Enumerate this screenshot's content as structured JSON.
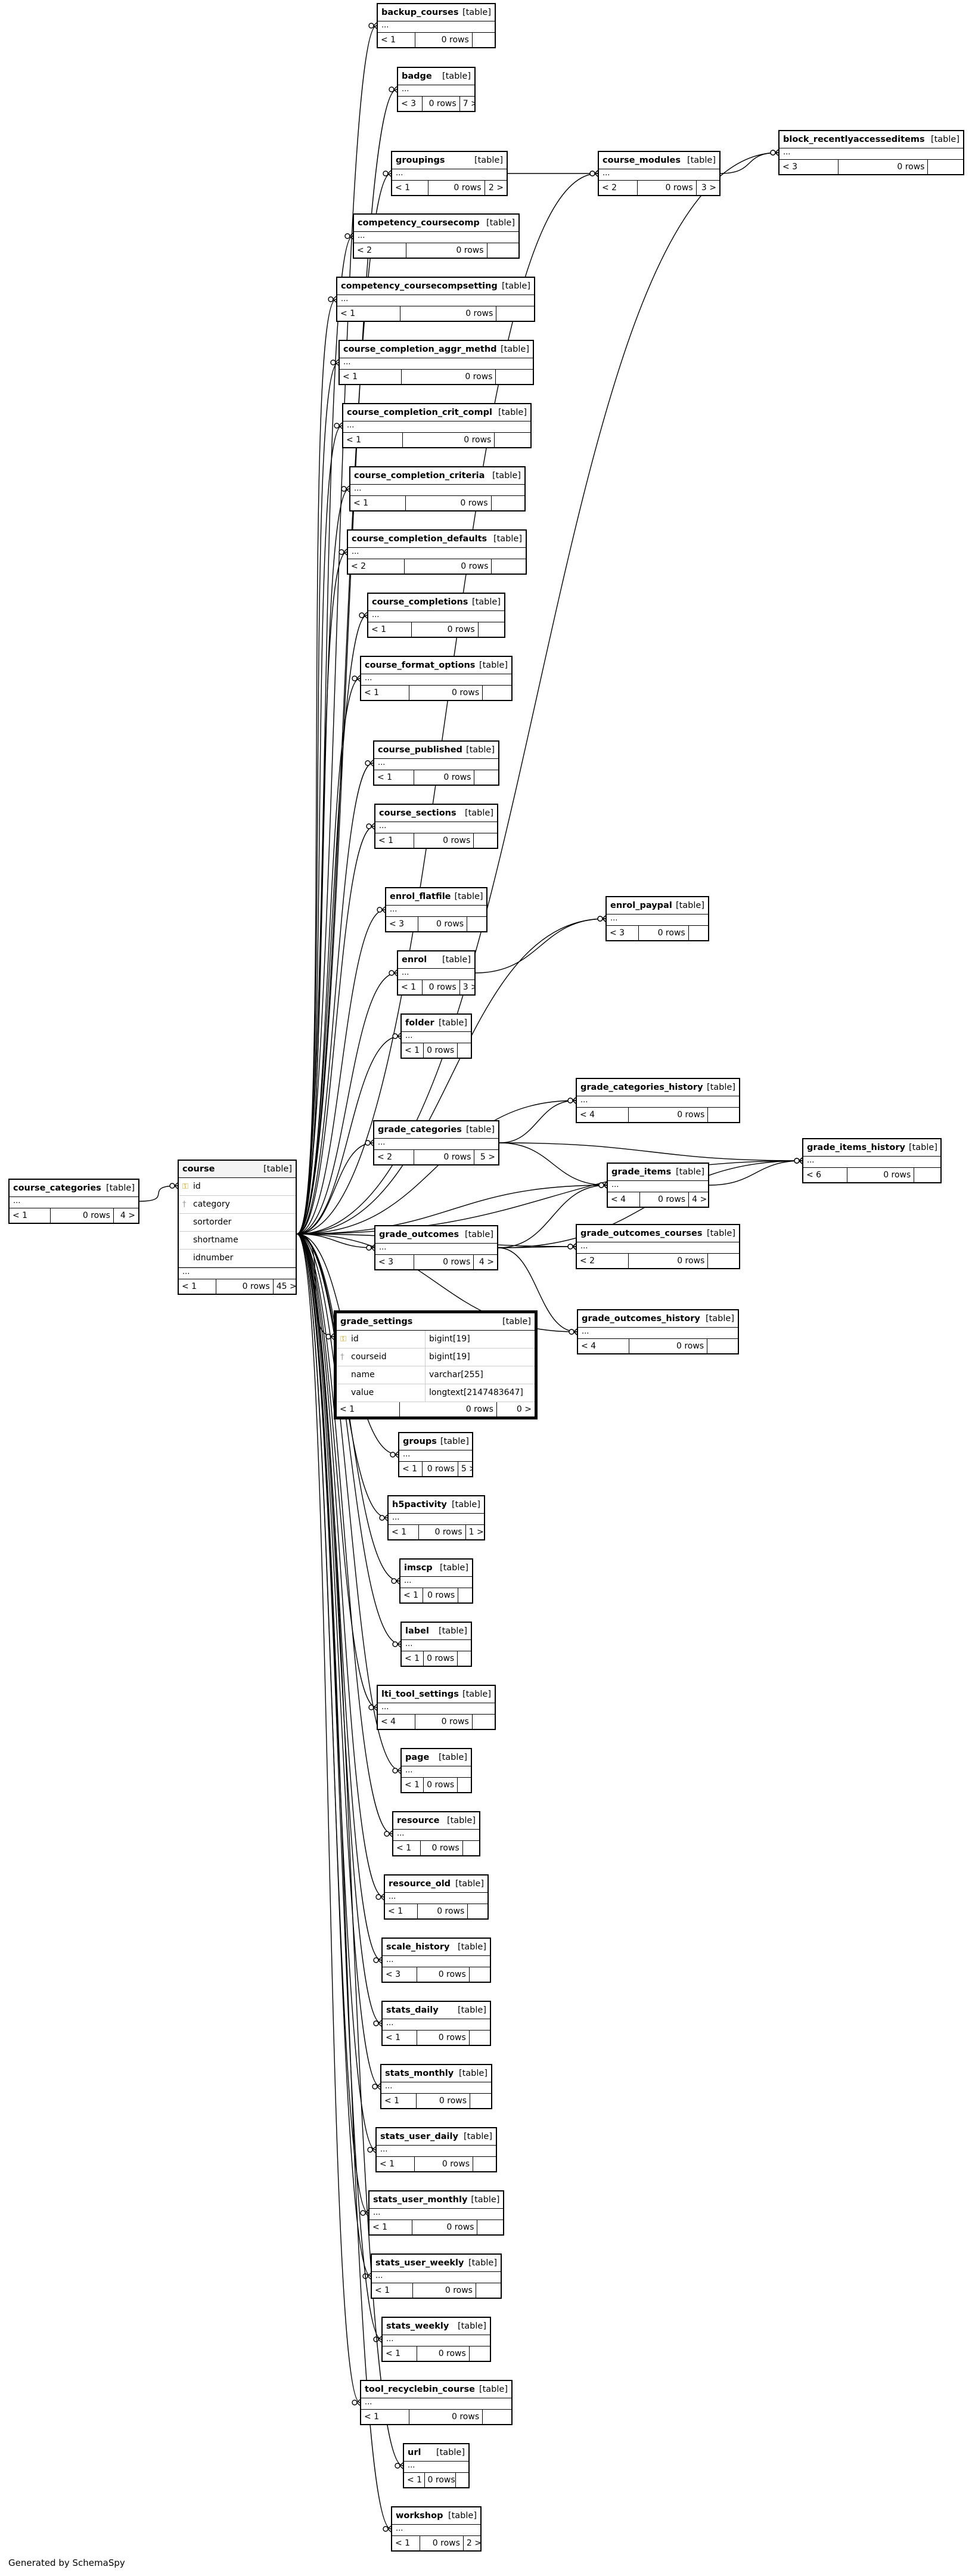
{
  "footer_text": "Generated by SchemaSpy",
  "tables": [
    {
      "id": "course_categories",
      "name": "course_categories",
      "type": "[table]",
      "footer": [
        "< 1",
        "0 rows",
        "4 >"
      ]
    },
    {
      "id": "course",
      "name": "course",
      "type": "[table]",
      "columns": [
        {
          "name": "id",
          "key": "pk"
        },
        {
          "name": "category",
          "key": "fk"
        },
        {
          "name": "sortorder"
        },
        {
          "name": "shortname"
        },
        {
          "name": "idnumber"
        }
      ],
      "footer": [
        "< 1",
        "0 rows",
        "45 >"
      ]
    },
    {
      "id": "backup_courses",
      "name": "backup_courses",
      "type": "[table]",
      "footer": [
        "< 1",
        "0 rows",
        ""
      ]
    },
    {
      "id": "badge",
      "name": "badge",
      "type": "[table]",
      "footer": [
        "< 3",
        "0 rows",
        "7 >"
      ]
    },
    {
      "id": "groupings",
      "name": "groupings",
      "type": "[table]",
      "footer": [
        "< 1",
        "0 rows",
        "2 >"
      ]
    },
    {
      "id": "course_modules",
      "name": "course_modules",
      "type": "[table]",
      "footer": [
        "< 2",
        "0 rows",
        "3 >"
      ]
    },
    {
      "id": "block_recentlyaccesseditems",
      "name": "block_recentlyaccesseditems",
      "type": "[table]",
      "footer": [
        "< 3",
        "0 rows",
        ""
      ]
    },
    {
      "id": "competency_coursecomp",
      "name": "competency_coursecomp",
      "type": "[table]",
      "footer": [
        "< 2",
        "0 rows",
        ""
      ]
    },
    {
      "id": "competency_coursecompsetting",
      "name": "competency_coursecompsetting",
      "type": "[table]",
      "footer": [
        "< 1",
        "0 rows",
        ""
      ]
    },
    {
      "id": "course_completion_aggr_methd",
      "name": "course_completion_aggr_methd",
      "type": "[table]",
      "footer": [
        "< 1",
        "0 rows",
        ""
      ]
    },
    {
      "id": "course_completion_crit_compl",
      "name": "course_completion_crit_compl",
      "type": "[table]",
      "footer": [
        "< 1",
        "0 rows",
        ""
      ]
    },
    {
      "id": "course_completion_criteria",
      "name": "course_completion_criteria",
      "type": "[table]",
      "footer": [
        "< 1",
        "0 rows",
        ""
      ]
    },
    {
      "id": "course_completion_defaults",
      "name": "course_completion_defaults",
      "type": "[table]",
      "footer": [
        "< 2",
        "0 rows",
        ""
      ]
    },
    {
      "id": "course_completions",
      "name": "course_completions",
      "type": "[table]",
      "footer": [
        "< 1",
        "0 rows",
        ""
      ]
    },
    {
      "id": "course_format_options",
      "name": "course_format_options",
      "type": "[table]",
      "footer": [
        "< 1",
        "0 rows",
        ""
      ]
    },
    {
      "id": "course_published",
      "name": "course_published",
      "type": "[table]",
      "footer": [
        "< 1",
        "0 rows",
        ""
      ]
    },
    {
      "id": "course_sections",
      "name": "course_sections",
      "type": "[table]",
      "footer": [
        "< 1",
        "0 rows",
        ""
      ]
    },
    {
      "id": "enrol_flatfile",
      "name": "enrol_flatfile",
      "type": "[table]",
      "footer": [
        "< 3",
        "0 rows",
        ""
      ]
    },
    {
      "id": "enrol_paypal",
      "name": "enrol_paypal",
      "type": "[table]",
      "footer": [
        "< 3",
        "0 rows",
        ""
      ]
    },
    {
      "id": "enrol",
      "name": "enrol",
      "type": "[table]",
      "footer": [
        "< 1",
        "0 rows",
        "3 >"
      ]
    },
    {
      "id": "folder",
      "name": "folder",
      "type": "[table]",
      "footer": [
        "< 1",
        "0 rows",
        ""
      ]
    },
    {
      "id": "grade_categories_history",
      "name": "grade_categories_history",
      "type": "[table]",
      "footer": [
        "< 4",
        "0 rows",
        ""
      ]
    },
    {
      "id": "grade_categories",
      "name": "grade_categories",
      "type": "[table]",
      "footer": [
        "< 2",
        "0 rows",
        "5 >"
      ]
    },
    {
      "id": "grade_items",
      "name": "grade_items",
      "type": "[table]",
      "footer": [
        "< 4",
        "0 rows",
        "4 >"
      ]
    },
    {
      "id": "grade_items_history",
      "name": "grade_items_history",
      "type": "[table]",
      "footer": [
        "< 6",
        "0 rows",
        ""
      ]
    },
    {
      "id": "grade_outcomes",
      "name": "grade_outcomes",
      "type": "[table]",
      "footer": [
        "< 3",
        "0 rows",
        "4 >"
      ]
    },
    {
      "id": "grade_outcomes_courses",
      "name": "grade_outcomes_courses",
      "type": "[table]",
      "footer": [
        "< 2",
        "0 rows",
        ""
      ]
    },
    {
      "id": "grade_outcomes_history",
      "name": "grade_outcomes_history",
      "type": "[table]",
      "footer": [
        "< 4",
        "0 rows",
        ""
      ]
    },
    {
      "id": "grade_settings",
      "name": "grade_settings",
      "type": "[table]",
      "columns": [
        {
          "name": "id",
          "type": "bigint[19]",
          "key": "pk"
        },
        {
          "name": "courseid",
          "type": "bigint[19]",
          "key": "fk"
        },
        {
          "name": "name",
          "type": "varchar[255]"
        },
        {
          "name": "value",
          "type": "longtext[2147483647]"
        }
      ],
      "footer": [
        "< 1",
        "0 rows",
        "0 >"
      ]
    },
    {
      "id": "groups",
      "name": "groups",
      "type": "[table]",
      "footer": [
        "< 1",
        "0 rows",
        "5 >"
      ]
    },
    {
      "id": "h5pactivity",
      "name": "h5pactivity",
      "type": "[table]",
      "footer": [
        "< 1",
        "0 rows",
        "1 >"
      ]
    },
    {
      "id": "imscp",
      "name": "imscp",
      "type": "[table]",
      "footer": [
        "< 1",
        "0 rows",
        ""
      ]
    },
    {
      "id": "label",
      "name": "label",
      "type": "[table]",
      "footer": [
        "< 1",
        "0 rows",
        ""
      ]
    },
    {
      "id": "lti_tool_settings",
      "name": "lti_tool_settings",
      "type": "[table]",
      "footer": [
        "< 4",
        "0 rows",
        ""
      ]
    },
    {
      "id": "page",
      "name": "page",
      "type": "[table]",
      "footer": [
        "< 1",
        "0 rows",
        ""
      ]
    },
    {
      "id": "resource",
      "name": "resource",
      "type": "[table]",
      "footer": [
        "< 1",
        "0 rows",
        ""
      ]
    },
    {
      "id": "resource_old",
      "name": "resource_old",
      "type": "[table]",
      "footer": [
        "< 1",
        "0 rows",
        ""
      ]
    },
    {
      "id": "scale_history",
      "name": "scale_history",
      "type": "[table]",
      "footer": [
        "< 3",
        "0 rows",
        ""
      ]
    },
    {
      "id": "stats_daily",
      "name": "stats_daily",
      "type": "[table]",
      "footer": [
        "< 1",
        "0 rows",
        ""
      ]
    },
    {
      "id": "stats_monthly",
      "name": "stats_monthly",
      "type": "[table]",
      "footer": [
        "< 1",
        "0 rows",
        ""
      ]
    },
    {
      "id": "stats_user_daily",
      "name": "stats_user_daily",
      "type": "[table]",
      "footer": [
        "< 1",
        "0 rows",
        ""
      ]
    },
    {
      "id": "stats_user_monthly",
      "name": "stats_user_monthly",
      "type": "[table]",
      "footer": [
        "< 1",
        "0 rows",
        ""
      ]
    },
    {
      "id": "stats_user_weekly",
      "name": "stats_user_weekly",
      "type": "[table]",
      "footer": [
        "< 1",
        "0 rows",
        ""
      ]
    },
    {
      "id": "stats_weekly",
      "name": "stats_weekly",
      "type": "[table]",
      "footer": [
        "< 1",
        "0 rows",
        ""
      ]
    },
    {
      "id": "tool_recyclebin_course",
      "name": "tool_recyclebin_course",
      "type": "[table]",
      "footer": [
        "< 1",
        "0 rows",
        ""
      ]
    },
    {
      "id": "url",
      "name": "url",
      "type": "[table]",
      "footer": [
        "< 1",
        "0 rows",
        ""
      ]
    },
    {
      "id": "workshop",
      "name": "workshop",
      "type": "[table]",
      "footer": [
        "< 1",
        "0 rows",
        "2 >"
      ]
    }
  ],
  "relationships": [
    [
      "course_categories",
      "course"
    ],
    [
      "course",
      "backup_courses"
    ],
    [
      "course",
      "badge"
    ],
    [
      "course",
      "groupings"
    ],
    [
      "course",
      "course_modules"
    ],
    [
      "course",
      "block_recentlyaccesseditems"
    ],
    [
      "course",
      "competency_coursecomp"
    ],
    [
      "course",
      "competency_coursecompsetting"
    ],
    [
      "course",
      "course_completion_aggr_methd"
    ],
    [
      "course",
      "course_completion_crit_compl"
    ],
    [
      "course",
      "course_completion_criteria"
    ],
    [
      "course",
      "course_completion_defaults"
    ],
    [
      "course",
      "course_completions"
    ],
    [
      "course",
      "course_format_options"
    ],
    [
      "course",
      "course_published"
    ],
    [
      "course",
      "course_sections"
    ],
    [
      "course",
      "enrol_flatfile"
    ],
    [
      "course",
      "enrol_paypal"
    ],
    [
      "course",
      "enrol"
    ],
    [
      "course",
      "folder"
    ],
    [
      "course",
      "grade_categories_history"
    ],
    [
      "course",
      "grade_categories"
    ],
    [
      "course",
      "grade_items"
    ],
    [
      "course",
      "grade_items_history"
    ],
    [
      "course",
      "grade_outcomes"
    ],
    [
      "course",
      "grade_outcomes_courses"
    ],
    [
      "course",
      "grade_outcomes_history"
    ],
    [
      "course",
      "grade_settings"
    ],
    [
      "course",
      "groups"
    ],
    [
      "course",
      "h5pactivity"
    ],
    [
      "course",
      "imscp"
    ],
    [
      "course",
      "label"
    ],
    [
      "course",
      "lti_tool_settings"
    ],
    [
      "course",
      "page"
    ],
    [
      "course",
      "resource"
    ],
    [
      "course",
      "resource_old"
    ],
    [
      "course",
      "scale_history"
    ],
    [
      "course",
      "stats_daily"
    ],
    [
      "course",
      "stats_monthly"
    ],
    [
      "course",
      "stats_user_daily"
    ],
    [
      "course",
      "stats_user_monthly"
    ],
    [
      "course",
      "stats_user_weekly"
    ],
    [
      "course",
      "stats_weekly"
    ],
    [
      "course",
      "tool_recyclebin_course"
    ],
    [
      "course",
      "url"
    ],
    [
      "course",
      "workshop"
    ],
    [
      "groupings",
      "course_modules"
    ],
    [
      "course_modules",
      "block_recentlyaccesseditems"
    ],
    [
      "enrol",
      "enrol_paypal"
    ],
    [
      "grade_categories",
      "grade_categories_history"
    ],
    [
      "grade_categories",
      "grade_items"
    ],
    [
      "grade_categories",
      "grade_items_history"
    ],
    [
      "grade_items",
      "grade_items_history"
    ],
    [
      "grade_outcomes",
      "grade_items"
    ],
    [
      "grade_outcomes",
      "grade_outcomes_courses"
    ],
    [
      "grade_outcomes",
      "grade_outcomes_history"
    ],
    [
      "grade_outcomes",
      "grade_items_history"
    ]
  ]
}
